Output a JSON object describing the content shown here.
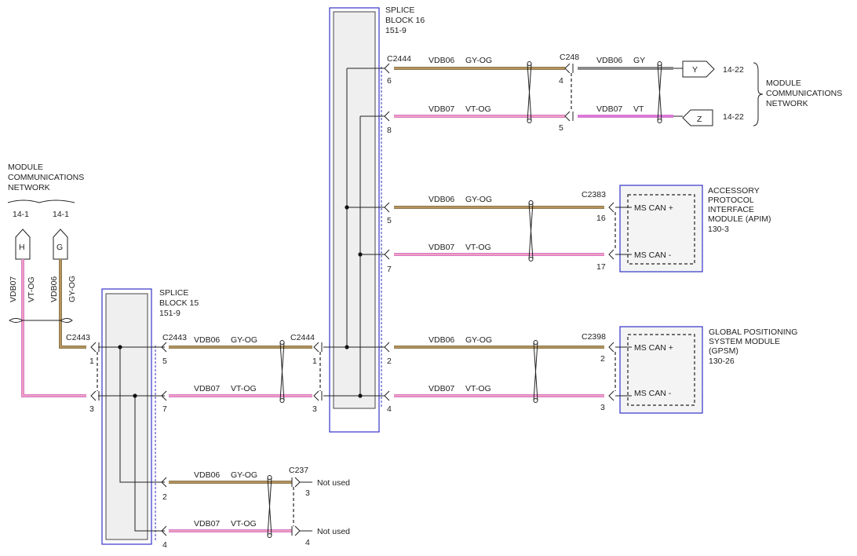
{
  "splice_blocks": [
    {
      "id": "sb16",
      "title": "SPLICE",
      "subtitle": "BLOCK 16",
      "code": "151-9"
    },
    {
      "id": "sb15",
      "title": "SPLICE",
      "subtitle": "BLOCK 15",
      "code": "151-9"
    }
  ],
  "network_right": {
    "line1": "MODULE",
    "line2": "COMMUNICATIONS",
    "line3": "NETWORK"
  },
  "network_left": {
    "line1": "MODULE",
    "line2": "COMMUNICATIONS",
    "line3": "NETWORK",
    "ref_h": "14-1",
    "ref_g": "14-1"
  },
  "terminals": {
    "y": "Y",
    "z": "Z",
    "h": "H",
    "g": "G",
    "y_ref": "14-22",
    "z_ref": "14-22"
  },
  "left_wires": {
    "vdb07": "VDB07",
    "vt_og": "VT-OG",
    "vdb06": "VDB06",
    "gy_og": "GY-OG"
  },
  "wire_labels": {
    "vdb06": "VDB06",
    "vdb07": "VDB07",
    "gy_og": "GY-OG",
    "vt_og": "VT-OG",
    "gy": "GY",
    "vt": "VT"
  },
  "connectors": {
    "c2443": "C2443",
    "c2444": "C2444",
    "c248": "C248",
    "c2383": "C2383",
    "c2398": "C2398",
    "c237": "C237"
  },
  "pins": {
    "p1": "1",
    "p2": "2",
    "p3": "3",
    "p4": "4",
    "p5": "5",
    "p6": "6",
    "p7": "7",
    "p8": "8",
    "p16": "16",
    "p17": "17"
  },
  "modules": {
    "apim": {
      "l1": "ACCESSORY",
      "l2": "PROTOCOL",
      "l3": "INTERFACE",
      "l4": "MODULE (APIM)",
      "code": "130-3",
      "can_plus": "MS CAN +",
      "can_minus": "MS CAN -"
    },
    "gpsm": {
      "l1": "GLOBAL POSITIONING",
      "l2": "SYSTEM MODULE",
      "l3": "(GPSM)",
      "code": "130-26",
      "can_plus": "MS CAN +",
      "can_minus": "MS CAN -"
    }
  },
  "not_used": "Not used"
}
